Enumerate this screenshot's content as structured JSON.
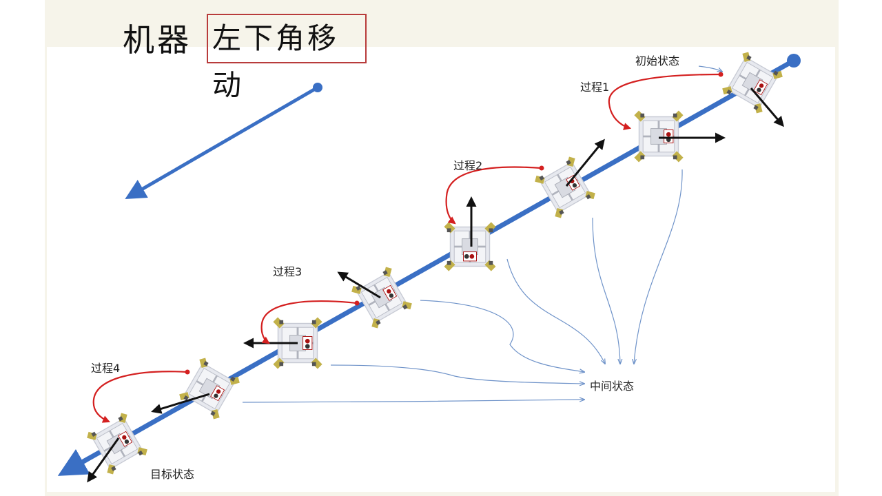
{
  "title": {
    "handwritten": "机器",
    "boxed": "左下角移动"
  },
  "labels": {
    "initial_state": "初始状态",
    "process_1": "过程1",
    "process_2": "过程2",
    "process_3": "过程3",
    "process_4": "过程4",
    "intermediate_state": "中间状态",
    "target_state": "目标状态"
  },
  "colors": {
    "track": "#3a6fc4",
    "process_arrow": "#d42020",
    "heading_arrow": "#111111",
    "guide_line": "#6f93c9",
    "title_box": "#b83b3b"
  },
  "icons": [
    "robot-module",
    "track-arrow",
    "heading-arrow",
    "process-arrow"
  ]
}
